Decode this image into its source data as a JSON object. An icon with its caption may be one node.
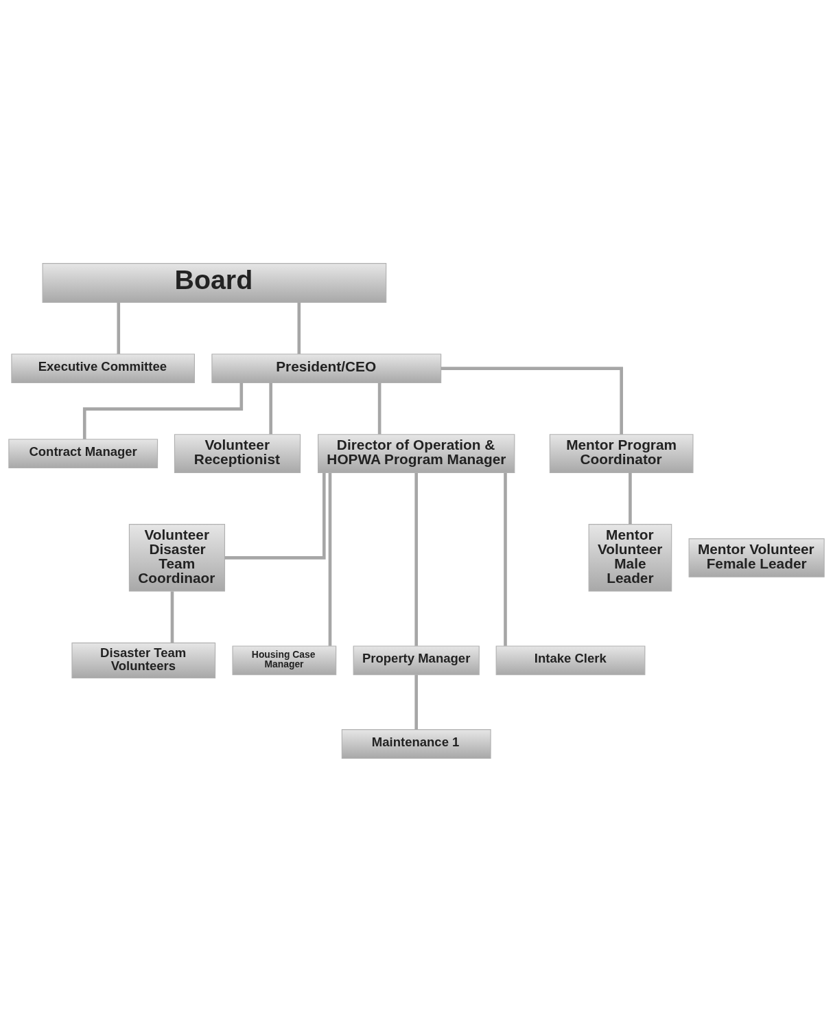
{
  "diagram": {
    "nodes": [
      {
        "text": [
          "Board"
        ]
      },
      {
        "text": [
          "Executive Committee"
        ]
      },
      {
        "text": [
          "President/CEO"
        ]
      },
      {
        "text": [
          "Contract Manager"
        ]
      },
      {
        "text": [
          "Volunteer Receptionist"
        ]
      },
      {
        "text": [
          "Director of Operation & HOPWA Program Manager"
        ]
      },
      {
        "text": [
          "Mentor Program Coordinator"
        ]
      },
      {
        "text": [
          "Mentor Volunteer",
          "Female Leader"
        ]
      },
      {
        "text": [
          "Mentor Volunteer",
          "Male Leader"
        ]
      },
      {
        "text": [
          "Volunteer Disaster Team Coordinaor"
        ]
      },
      {
        "text": [
          "Disaster Team Volunteers"
        ]
      },
      {
        "text": [
          "Housing Case Manager"
        ]
      },
      {
        "text": [
          "Property Manager"
        ]
      },
      {
        "text": [
          "Intake Clerk"
        ]
      },
      {
        "text": [
          "Maintenance 1"
        ]
      }
    ],
    "edges": [
      {
        "from": 0,
        "to": 1,
        "arrow": "none"
      },
      {
        "from": 0,
        "to": 2,
        "arrow": "none"
      },
      {
        "from": 2,
        "to": 3,
        "arrow": "none"
      },
      {
        "from": 2,
        "to": 4,
        "arrow": "none"
      },
      {
        "from": 2,
        "to": 5,
        "arrow": "none"
      },
      {
        "from": 2,
        "to": 6,
        "arrow": "none"
      },
      {
        "from": 6,
        "to": 8,
        "arrow": "none"
      },
      {
        "from": 5,
        "to": 9,
        "arrow": "none"
      },
      {
        "from": 9,
        "to": 10,
        "arrow": "none"
      },
      {
        "from": 5,
        "to": 11,
        "arrow": "none"
      },
      {
        "from": 5,
        "to": 12,
        "arrow": "none"
      },
      {
        "from": 5,
        "to": 13,
        "arrow": "none"
      },
      {
        "from": 12,
        "to": 14,
        "arrow": "none"
      }
    ]
  }
}
